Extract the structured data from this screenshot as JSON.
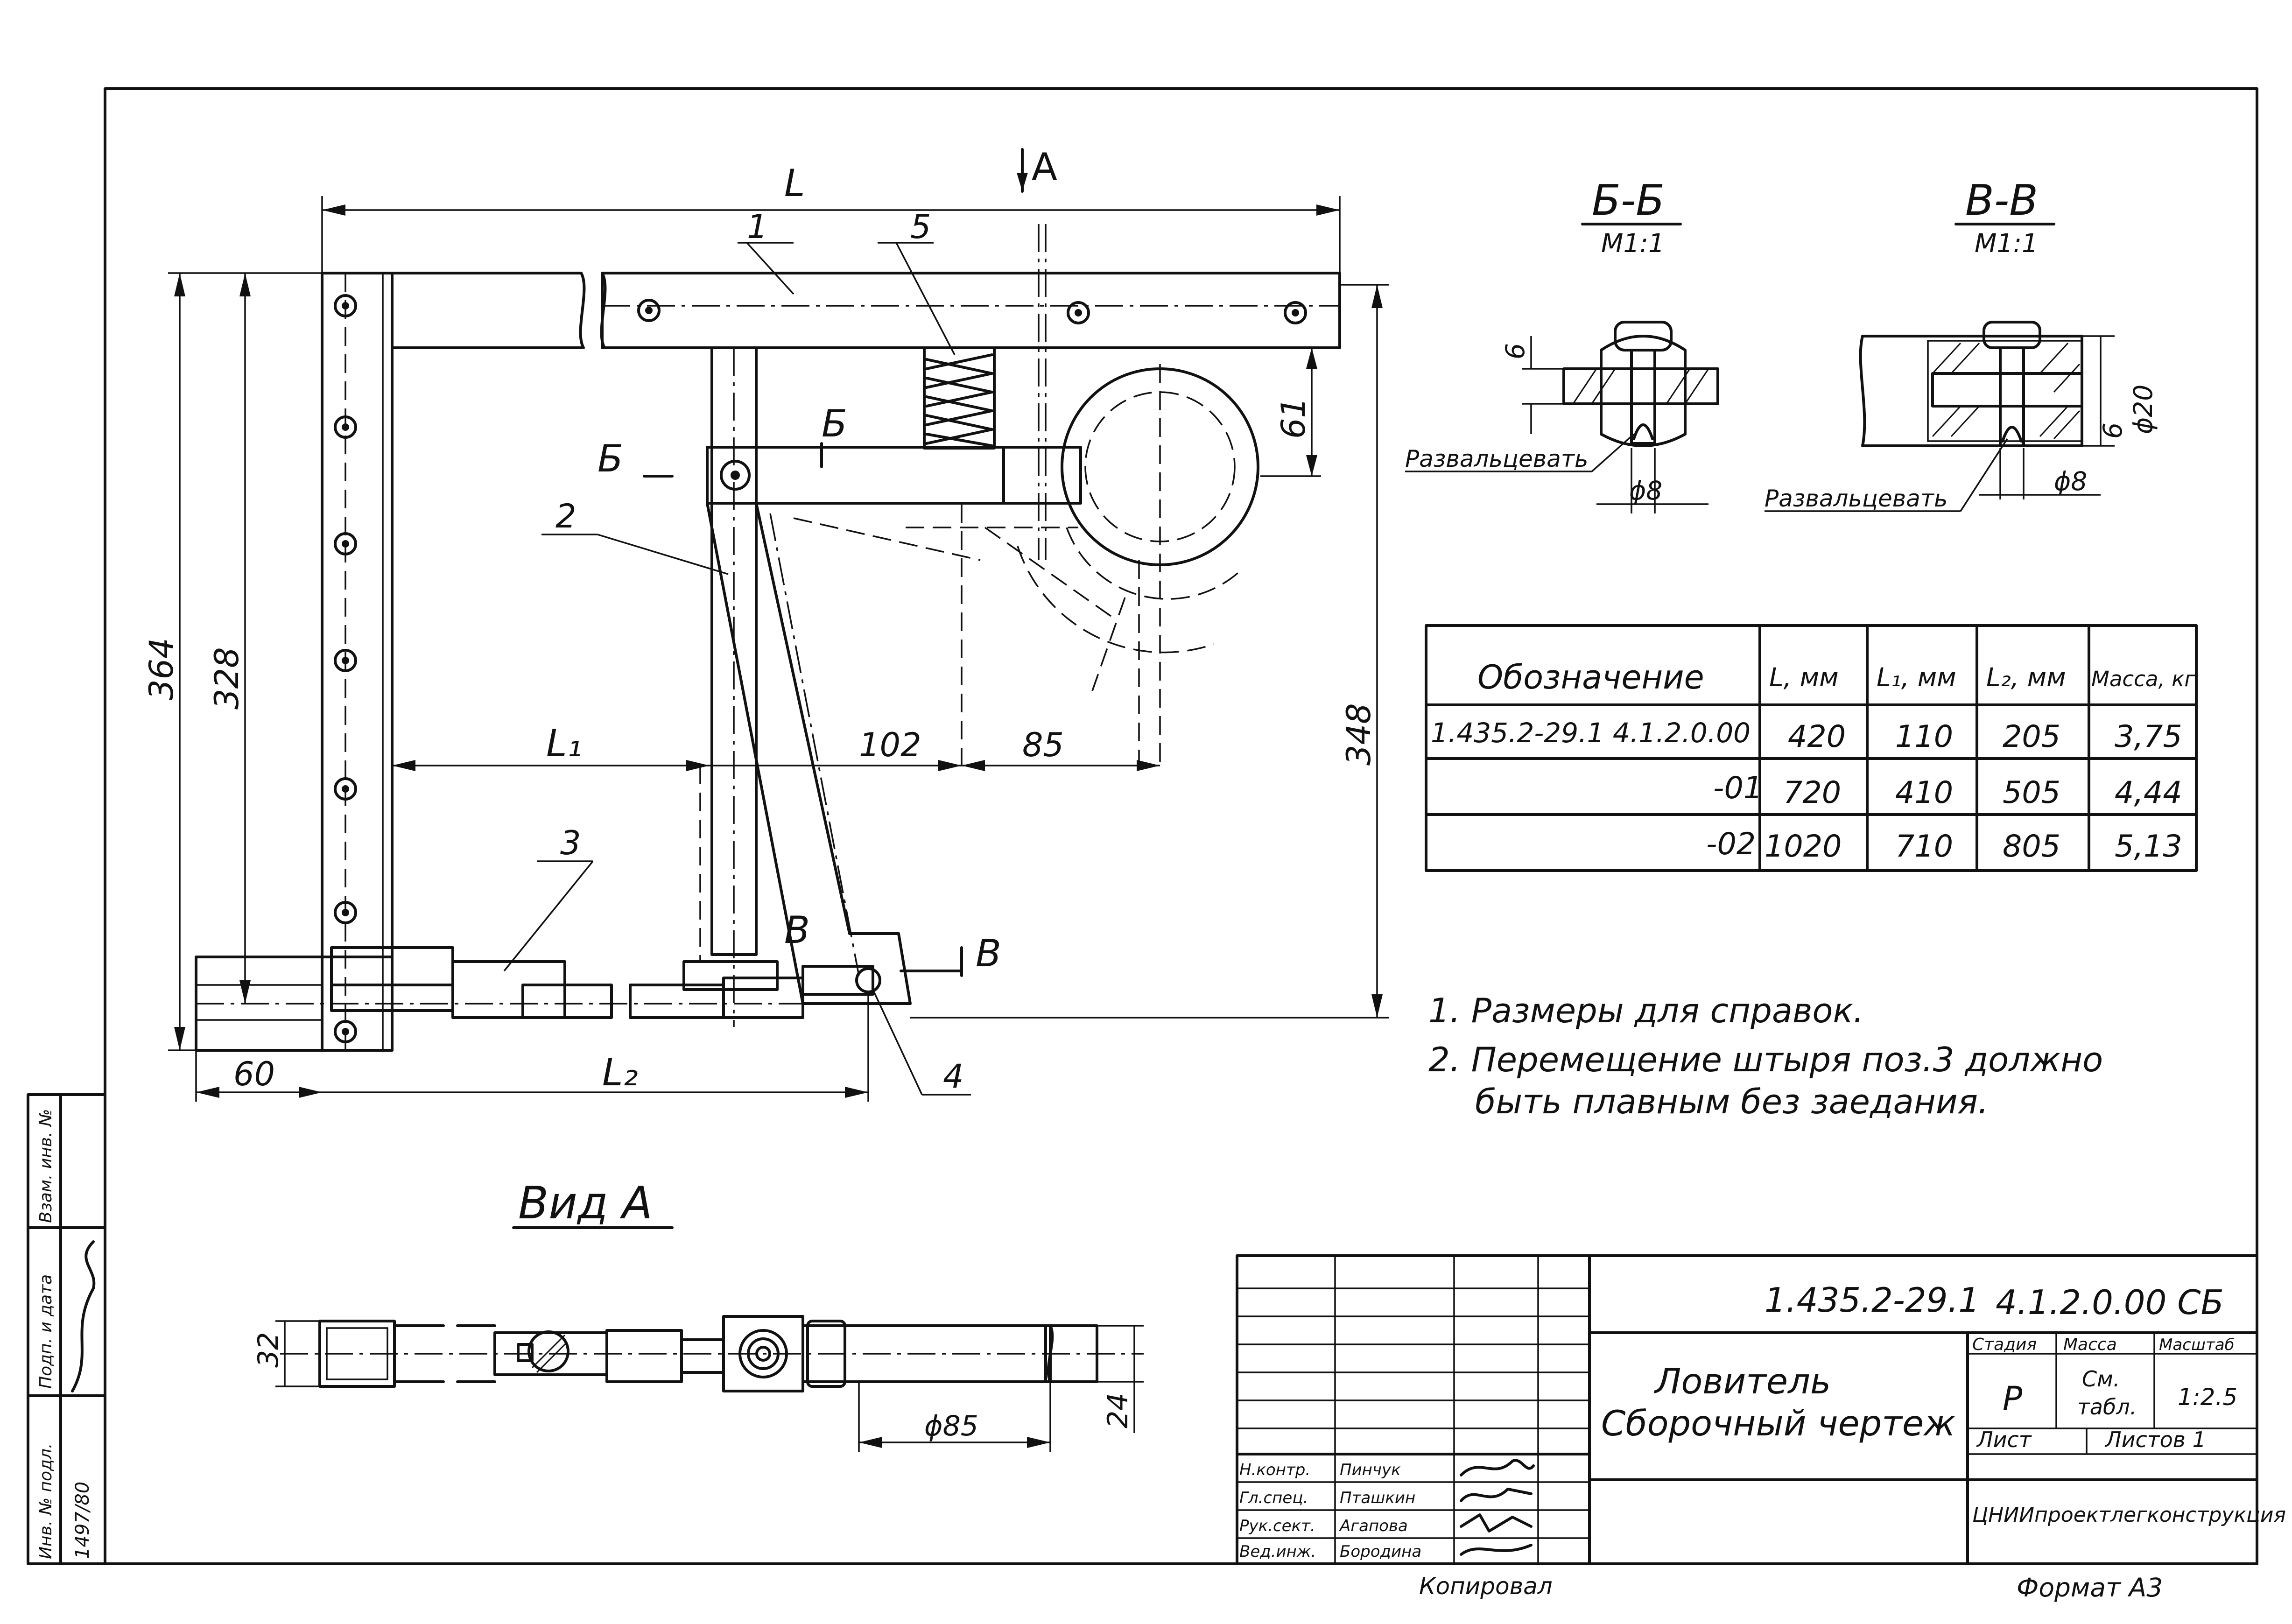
{
  "drawing": {
    "view_arrow_label": "A",
    "dimensions": {
      "L": "L",
      "L1": "L₁",
      "L2": "L₂",
      "d364": "364",
      "d328": "328",
      "d348": "348",
      "d61": "61",
      "d102": "102",
      "d85": "85",
      "d60": "60",
      "d32": "32",
      "d24": "24",
      "phi85": "ϕ85"
    },
    "callouts": {
      "p1": "1",
      "p2": "2",
      "p3": "3",
      "p4": "4",
      "p5": "5"
    },
    "section_marks": {
      "b": "Б",
      "v": "В"
    }
  },
  "sections": {
    "bb": {
      "title": "Б-Б",
      "scale": "М1:1",
      "dim_6": "6",
      "dim_phi8": "ϕ8",
      "note": "Развальцевать"
    },
    "vv": {
      "title": "В-В",
      "scale": "М1:1",
      "dim_6": "6",
      "dim_phi8": "ϕ8",
      "dim_phi20": "ϕ20",
      "note": "Развальцевать"
    }
  },
  "view_a": {
    "title": "Вид А"
  },
  "table": {
    "headers": [
      "Обозначение",
      "L, мм",
      "L₁, мм",
      "L₂, мм",
      "Масса, кг"
    ],
    "rows": [
      {
        "designation": "1.435.2-29.1   4.1.2.0.00",
        "L": "420",
        "L1": "110",
        "L2": "205",
        "mass": "3,75"
      },
      {
        "designation": "-01",
        "L": "720",
        "L1": "410",
        "L2": "505",
        "mass": "4,44"
      },
      {
        "designation": "-02",
        "L": "1020",
        "L1": "710",
        "L2": "805",
        "mass": "5,13"
      }
    ]
  },
  "notes": [
    "1. Размеры для справок.",
    "2. Перемещение штыря поз.3 должно",
    "быть плавным без заедания."
  ],
  "title_block": {
    "series": "1.435.2-29.1",
    "code": "4.1.2.0.00 СБ",
    "name_line1": "Ловитель",
    "name_line2": "Сборочный чертеж",
    "stage_header": "Стадия",
    "mass_header": "Масса",
    "scale_header": "Масштаб",
    "stage": "Р",
    "mass_line1": "См.",
    "mass_line2": "табл.",
    "scale": "1:2.5",
    "sheet_label": "Лист",
    "sheets_label": "Листов 1",
    "organization": "ЦНИИпроектлегконструкция",
    "roles": [
      "Н.контр.",
      "Гл.спец.",
      "Рук.сект.",
      "Вед.инж."
    ],
    "names": [
      "Пинчук",
      "Пташкин",
      "Агапова",
      "Бородина"
    ],
    "dates": [
      "",
      "",
      "",
      ""
    ],
    "copied_by": "Копировал",
    "format": "Формат А3"
  },
  "side_stamp": {
    "inv_orig": "Инв. № подл.",
    "sign_date": "Подп. и дата",
    "inv_dup": "Взам. инв. №",
    "inv_value": "1497/80"
  }
}
